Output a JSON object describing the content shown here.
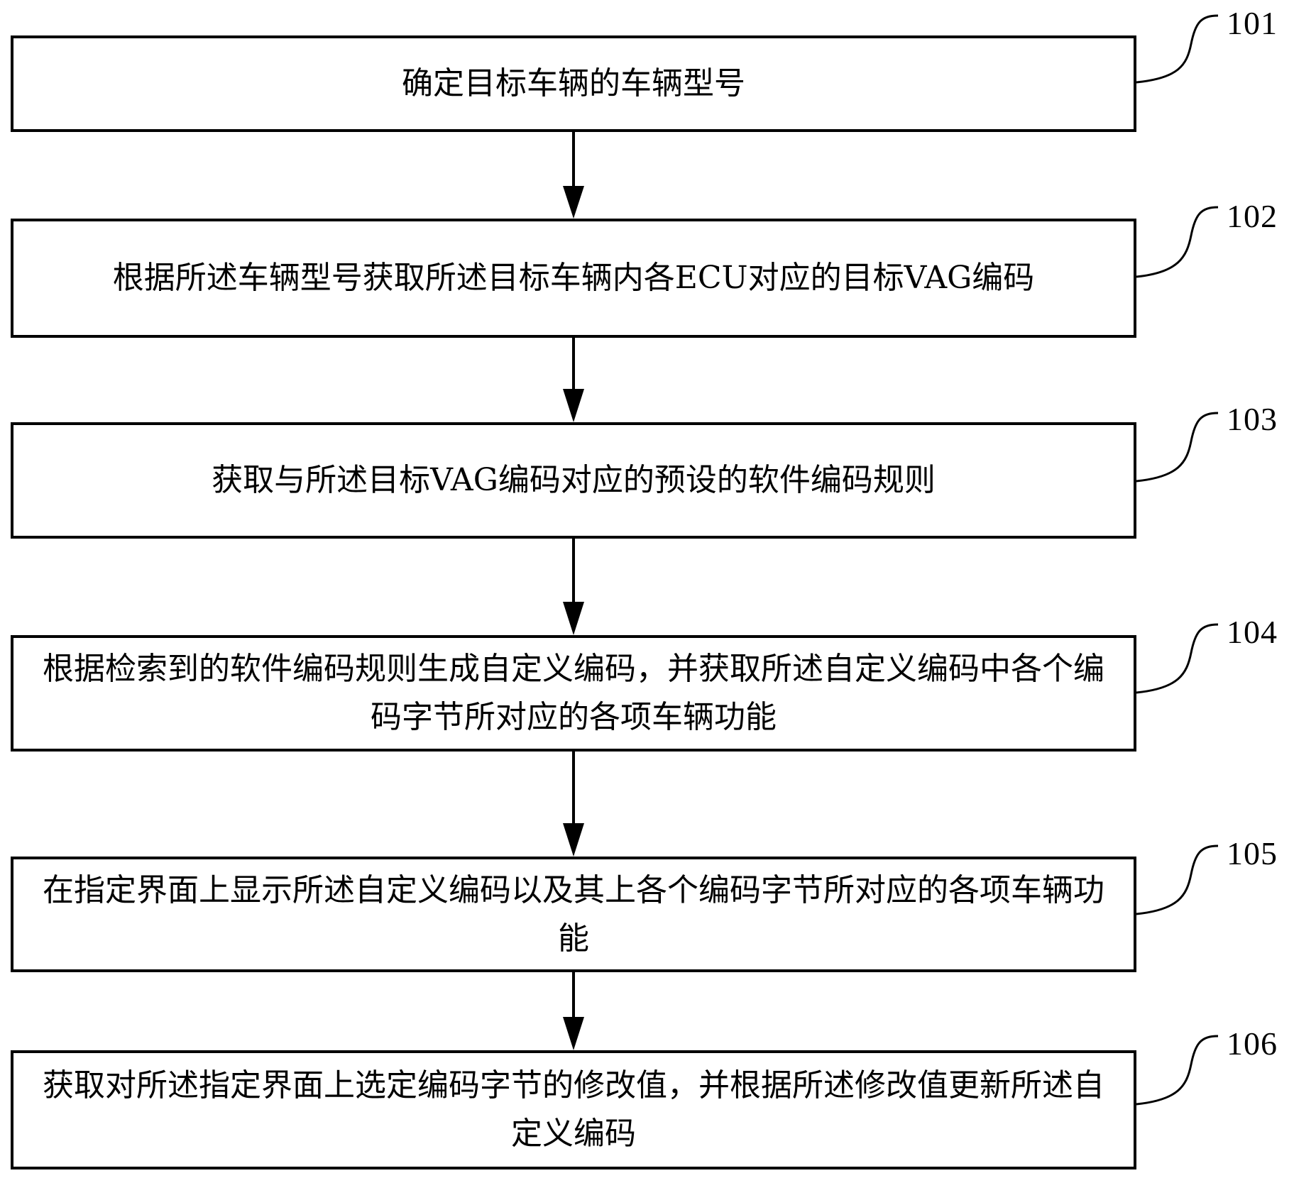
{
  "steps": [
    {
      "id": "101",
      "text": "确定目标车辆的车辆型号"
    },
    {
      "id": "102",
      "text": "根据所述车辆型号获取所述目标车辆内各ECU对应的目标VAG编码"
    },
    {
      "id": "103",
      "text": "获取与所述目标VAG编码对应的预设的软件编码规则"
    },
    {
      "id": "104",
      "text": "根据检索到的软件编码规则生成自定义编码，并获取所述自定义编码中各个编码字节所对应的各项车辆功能"
    },
    {
      "id": "105",
      "text": "在指定界面上显示所述自定义编码以及其上各个编码字节所对应的各项车辆功能"
    },
    {
      "id": "106",
      "text": "获取对所述指定界面上选定编码字节的修改值，并根据所述修改值更新所述自定义编码"
    }
  ]
}
